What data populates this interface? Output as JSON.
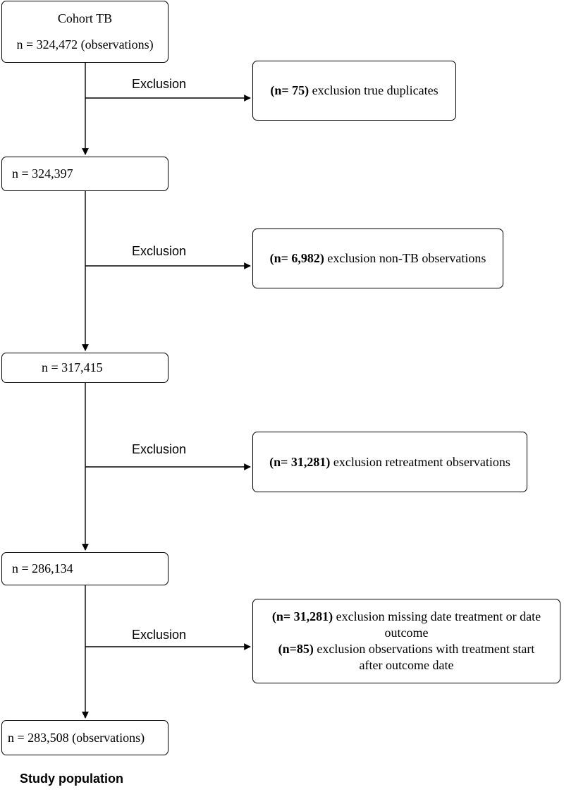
{
  "flow": {
    "start": {
      "title": "Cohort TB",
      "count": "n = 324,472 (observations)"
    },
    "step1": {
      "count": "n = 324,397"
    },
    "step2": {
      "count": "n = 317,415"
    },
    "step3": {
      "count": "n = 286,134"
    },
    "final": {
      "count": "n = 283,508 (observations)"
    }
  },
  "exclusions": [
    {
      "label": "Exclusion",
      "n": "(n= 75)",
      "text": " exclusion true duplicates"
    },
    {
      "label": "Exclusion",
      "n": "(n= 6,982)",
      "text": " exclusion non-TB observations"
    },
    {
      "label": "Exclusion",
      "n": "(n= 31,281)",
      "text": " exclusion retreatment observations"
    },
    {
      "label": "Exclusion",
      "lines": [
        {
          "n": "(n= 31,281)",
          "text": " exclusion missing date treatment or date"
        },
        {
          "n": "",
          "text": "outcome"
        },
        {
          "n": "(n=85)",
          "text": " exclusion observations with treatment start"
        },
        {
          "n": "",
          "text": "after outcome date"
        }
      ]
    }
  ],
  "footer": "Study population"
}
